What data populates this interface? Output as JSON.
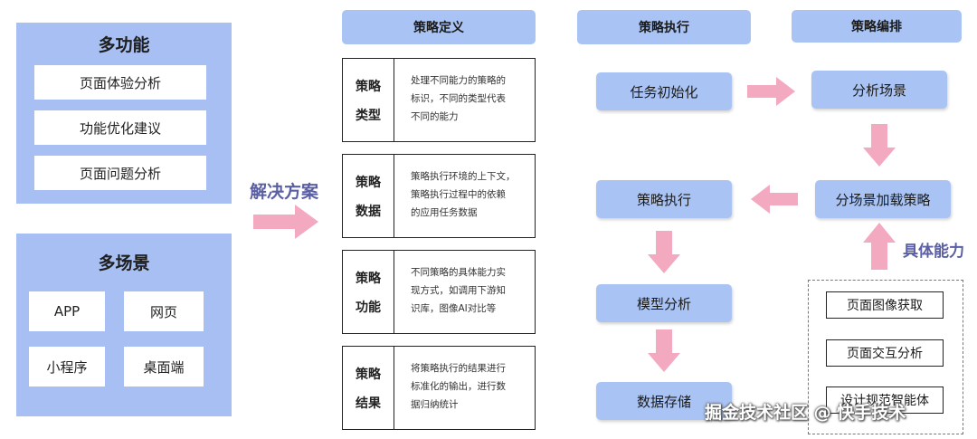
{
  "functions": {
    "title": "多功能",
    "items": [
      "页面体验分析",
      "功能优化建议",
      "页面问题分析"
    ]
  },
  "scenes": {
    "title": "多场景",
    "items": [
      "APP",
      "网页",
      "小程序",
      "桌面端"
    ]
  },
  "solution_label": "解决方案",
  "definition": {
    "header": "策略定义",
    "cards": [
      {
        "label": [
          "策略",
          "类型"
        ],
        "desc": [
          "处理不同能力的策略的",
          "标识，不同的类型代表",
          "不同的能力"
        ]
      },
      {
        "label": [
          "策略",
          "数据"
        ],
        "desc": [
          "策略执行环境的上下文，",
          "策略执行过程中的依赖",
          "的应用任务数据"
        ]
      },
      {
        "label": [
          "策略",
          "功能"
        ],
        "desc": [
          "不同策略的具体能力实",
          "现方式，如调用下游知",
          "识库，图像AI对比等"
        ]
      },
      {
        "label": [
          "策略",
          "结果"
        ],
        "desc": [
          "将策略执行的结果进行",
          "标准化的输出，进行数",
          "据归纳统计"
        ]
      }
    ]
  },
  "execution": {
    "header": "策略执行",
    "nodes": [
      "任务初始化",
      "策略执行",
      "模型分析",
      "数据存储"
    ]
  },
  "orchestration": {
    "header": "策略编排",
    "nodes": [
      "分析场景",
      "分场景加载策略"
    ],
    "capability_label": "具体能力",
    "capabilities": [
      "页面图像获取",
      "页面交互分析",
      "设计规范智能体"
    ]
  },
  "watermark": "掘金技术社区 @ 快手技术",
  "colors": {
    "panel": "#a7bff2",
    "node": "#a9c4f4",
    "arrow": "#f3aac0",
    "label": "#5a5fa3"
  }
}
